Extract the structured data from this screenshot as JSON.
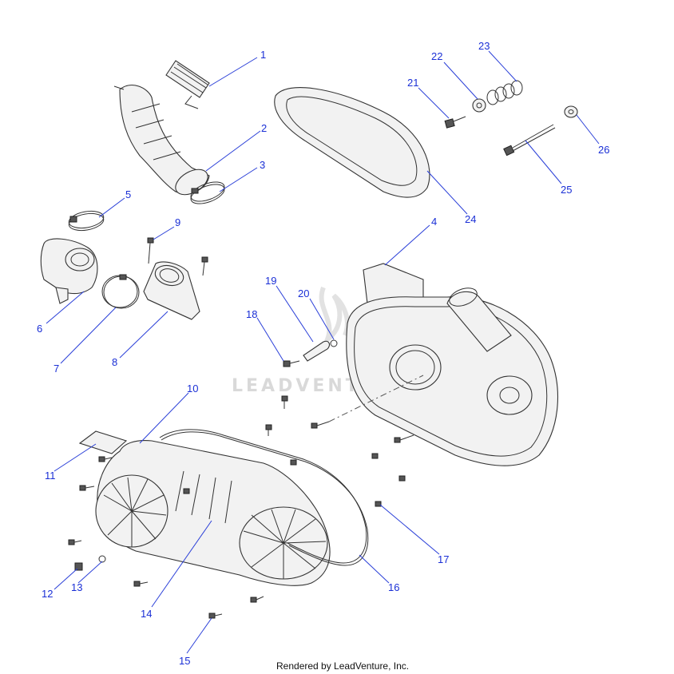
{
  "watermark": "LEADVENTURE",
  "credit": "Rendered by LeadVenture, Inc.",
  "colors": {
    "callout": "#1a2fd6",
    "line": "#333333",
    "watermark": "#d9d9d9"
  },
  "callouts": [
    "1",
    "2",
    "3",
    "4",
    "5",
    "6",
    "7",
    "8",
    "9",
    "10",
    "11",
    "12",
    "13",
    "14",
    "15",
    "16",
    "17",
    "18",
    "19",
    "20",
    "21",
    "22",
    "23",
    "24",
    "25",
    "26"
  ]
}
